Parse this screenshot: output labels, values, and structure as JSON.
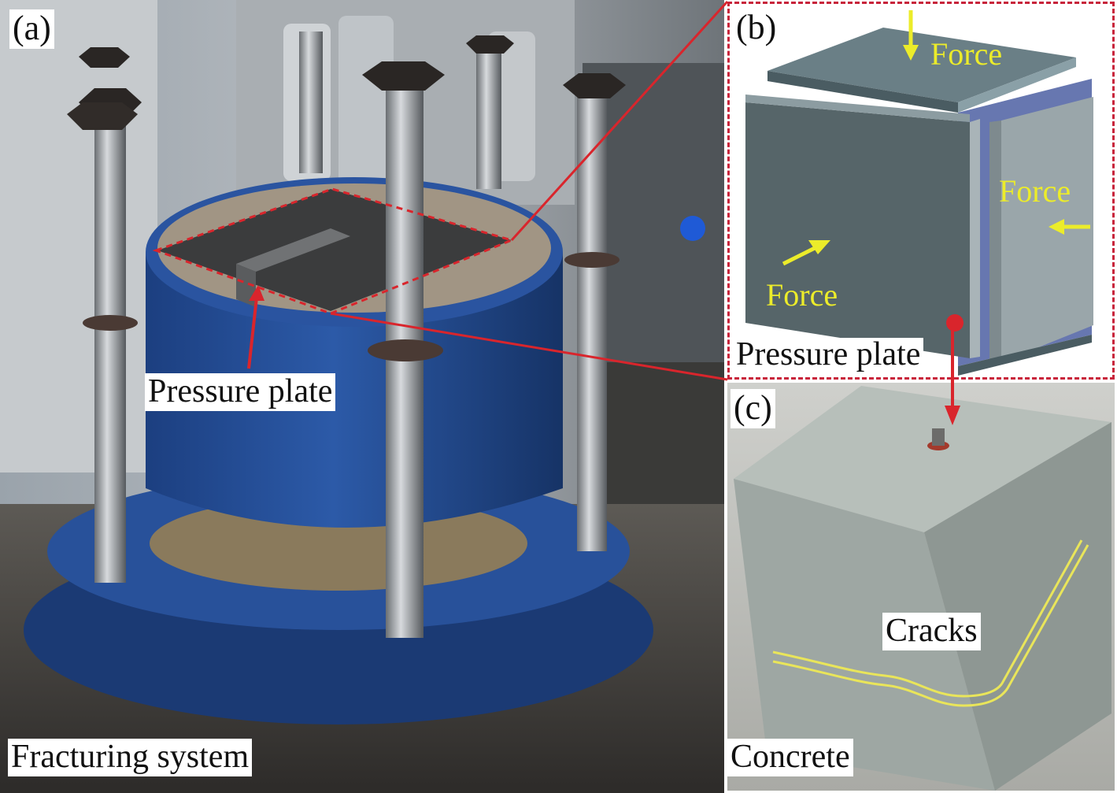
{
  "panels": {
    "a": {
      "letter": "(a)",
      "caption": "Fracturing system",
      "pointer_label": "Pressure plate"
    },
    "b": {
      "letter": "(b)",
      "force_labels": [
        "Force",
        "Force",
        "Force"
      ],
      "caption": "Pressure plate"
    },
    "c": {
      "letter": "(c)",
      "crack_label": "Cracks",
      "caption": "Concrete"
    }
  },
  "colors": {
    "callout_red": "#d9252c",
    "dashed_frame": "#c8243b",
    "force_arrow_yellow": "#ecec2a",
    "machine_blue": "#234f9a"
  }
}
